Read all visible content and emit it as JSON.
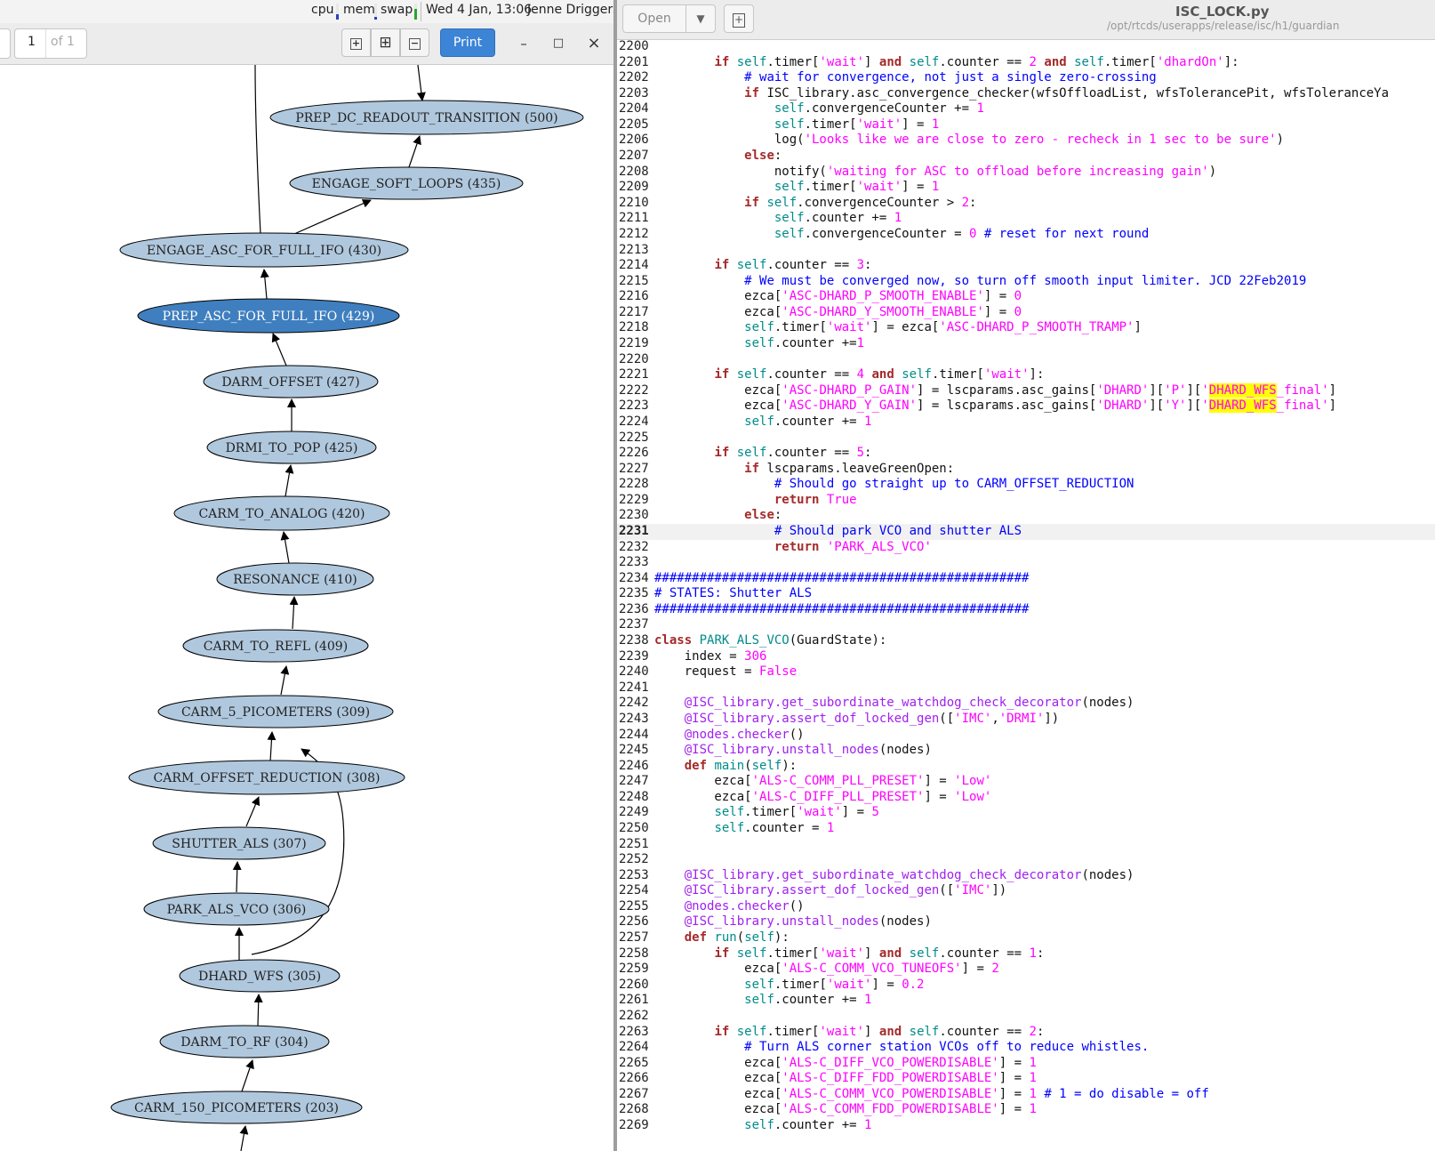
{
  "system_bar": {
    "cpu_label": "cpu",
    "mem_label": "mem",
    "swap_label": "swap",
    "clock": "Wed  4 Jan, 13:06",
    "user": "Jenne Driggers"
  },
  "viewer": {
    "page_current": "1",
    "page_total": "of 1",
    "zoom_in_label": "+",
    "zoom_fit_label": "⊞",
    "zoom_out_label": "−",
    "print_label": "Print",
    "minimize_label": "–",
    "maximize_label": "□",
    "close_label": "×",
    "states": [
      {
        "label": "PREP_DC_READOUT_TRANSITION (500)",
        "active": false
      },
      {
        "label": "ENGAGE_SOFT_LOOPS (435)",
        "active": false
      },
      {
        "label": "ENGAGE_ASC_FOR_FULL_IFO (430)",
        "active": false
      },
      {
        "label": "PREP_ASC_FOR_FULL_IFO (429)",
        "active": true
      },
      {
        "label": "DARM_OFFSET (427)",
        "active": false
      },
      {
        "label": "DRMI_TO_POP (425)",
        "active": false
      },
      {
        "label": "CARM_TO_ANALOG (420)",
        "active": false
      },
      {
        "label": "RESONANCE (410)",
        "active": false
      },
      {
        "label": "CARM_TO_REFL (409)",
        "active": false
      },
      {
        "label": "CARM_5_PICOMETERS (309)",
        "active": false
      },
      {
        "label": "CARM_OFFSET_REDUCTION (308)",
        "active": false
      },
      {
        "label": "SHUTTER_ALS (307)",
        "active": false
      },
      {
        "label": "PARK_ALS_VCO (306)",
        "active": false
      },
      {
        "label": "DHARD_WFS (305)",
        "active": false
      },
      {
        "label": "DARM_TO_RF (304)",
        "active": false
      },
      {
        "label": "CARM_150_PICOMETERS (203)",
        "active": false
      }
    ]
  },
  "editor": {
    "open_label": "Open",
    "title": "ISC_LOCK.py",
    "path": "/opt/rtcds/userapps/release/isc/h1/guardian",
    "current_line": 2231,
    "lines": [
      {
        "n": "2200",
        "t": ""
      },
      {
        "n": "2201",
        "t": "        if self.timer['wait'] and self.counter == 2 and self.timer['dhardOn']:"
      },
      {
        "n": "2202",
        "t": "            # wait for convergence, not just a single zero-crossing"
      },
      {
        "n": "2203",
        "t": "            if ISC_library.asc_convergence_checker(wfsOffloadList, wfsTolerancePit, wfsToleranceYa"
      },
      {
        "n": "2204",
        "t": "                self.convergenceCounter += 1"
      },
      {
        "n": "2205",
        "t": "                self.timer['wait'] = 1"
      },
      {
        "n": "2206",
        "t": "                log('Looks like we are close to zero - recheck in 1 sec to be sure')"
      },
      {
        "n": "2207",
        "t": "            else:"
      },
      {
        "n": "2208",
        "t": "                notify('waiting for ASC to offload before increasing gain')"
      },
      {
        "n": "2209",
        "t": "                self.timer['wait'] = 1"
      },
      {
        "n": "2210",
        "t": "            if self.convergenceCounter > 2:"
      },
      {
        "n": "2211",
        "t": "                self.counter += 1"
      },
      {
        "n": "2212",
        "t": "                self.convergenceCounter = 0 # reset for next round"
      },
      {
        "n": "2213",
        "t": ""
      },
      {
        "n": "2214",
        "t": "        if self.counter == 3:"
      },
      {
        "n": "2215",
        "t": "            # We must be converged now, so turn off smooth input limiter. JCD 22Feb2019"
      },
      {
        "n": "2216",
        "t": "            ezca['ASC-DHARD_P_SMOOTH_ENABLE'] = 0"
      },
      {
        "n": "2217",
        "t": "            ezca['ASC-DHARD_Y_SMOOTH_ENABLE'] = 0"
      },
      {
        "n": "2218",
        "t": "            self.timer['wait'] = ezca['ASC-DHARD_P_SMOOTH_TRAMP']"
      },
      {
        "n": "2219",
        "t": "            self.counter +=1"
      },
      {
        "n": "2220",
        "t": ""
      },
      {
        "n": "2221",
        "t": "        if self.counter == 4 and self.timer['wait']:"
      },
      {
        "n": "2222",
        "t": "            ezca['ASC-DHARD_P_GAIN'] = lscparams.asc_gains['DHARD']['P']['DHARD_WFS_final']"
      },
      {
        "n": "2223",
        "t": "            ezca['ASC-DHARD_Y_GAIN'] = lscparams.asc_gains['DHARD']['Y']['DHARD_WFS_final']"
      },
      {
        "n": "2224",
        "t": "            self.counter += 1"
      },
      {
        "n": "2225",
        "t": ""
      },
      {
        "n": "2226",
        "t": "        if self.counter == 5:"
      },
      {
        "n": "2227",
        "t": "            if lscparams.leaveGreenOpen:"
      },
      {
        "n": "2228",
        "t": "                # Should go straight up to CARM_OFFSET_REDUCTION"
      },
      {
        "n": "2229",
        "t": "                return True"
      },
      {
        "n": "2230",
        "t": "            else:"
      },
      {
        "n": "2231",
        "t": "                # Should park VCO and shutter ALS"
      },
      {
        "n": "2232",
        "t": "                return 'PARK_ALS_VCO'"
      },
      {
        "n": "2233",
        "t": ""
      },
      {
        "n": "2234",
        "t": "##################################################"
      },
      {
        "n": "2235",
        "t": "# STATES: Shutter ALS"
      },
      {
        "n": "2236",
        "t": "##################################################"
      },
      {
        "n": "2237",
        "t": ""
      },
      {
        "n": "2238",
        "t": "class PARK_ALS_VCO(GuardState):"
      },
      {
        "n": "2239",
        "t": "    index = 306"
      },
      {
        "n": "2240",
        "t": "    request = False"
      },
      {
        "n": "2241",
        "t": ""
      },
      {
        "n": "2242",
        "t": "    @ISC_library.get_subordinate_watchdog_check_decorator(nodes)"
      },
      {
        "n": "2243",
        "t": "    @ISC_library.assert_dof_locked_gen(['IMC','DRMI'])"
      },
      {
        "n": "2244",
        "t": "    @nodes.checker()"
      },
      {
        "n": "2245",
        "t": "    @ISC_library.unstall_nodes(nodes)"
      },
      {
        "n": "2246",
        "t": "    def main(self):"
      },
      {
        "n": "2247",
        "t": "        ezca['ALS-C_COMM_PLL_PRESET'] = 'Low'"
      },
      {
        "n": "2248",
        "t": "        ezca['ALS-C_DIFF_PLL_PRESET'] = 'Low'"
      },
      {
        "n": "2249",
        "t": "        self.timer['wait'] = 5"
      },
      {
        "n": "2250",
        "t": "        self.counter = 1"
      },
      {
        "n": "2251",
        "t": ""
      },
      {
        "n": "2252",
        "t": ""
      },
      {
        "n": "2253",
        "t": "    @ISC_library.get_subordinate_watchdog_check_decorator(nodes)"
      },
      {
        "n": "2254",
        "t": "    @ISC_library.assert_dof_locked_gen(['IMC'])"
      },
      {
        "n": "2255",
        "t": "    @nodes.checker()"
      },
      {
        "n": "2256",
        "t": "    @ISC_library.unstall_nodes(nodes)"
      },
      {
        "n": "2257",
        "t": "    def run(self):"
      },
      {
        "n": "2258",
        "t": "        if self.timer['wait'] and self.counter == 1:"
      },
      {
        "n": "2259",
        "t": "            ezca['ALS-C_COMM_VCO_TUNEOFS'] = 2"
      },
      {
        "n": "2260",
        "t": "            self.timer['wait'] = 0.2"
      },
      {
        "n": "2261",
        "t": "            self.counter += 1"
      },
      {
        "n": "2262",
        "t": ""
      },
      {
        "n": "2263",
        "t": "        if self.timer['wait'] and self.counter == 2:"
      },
      {
        "n": "2264",
        "t": "            # Turn ALS corner station VCOs off to reduce whistles."
      },
      {
        "n": "2265",
        "t": "            ezca['ALS-C_DIFF_VCO_POWERDISABLE'] = 1"
      },
      {
        "n": "2266",
        "t": "            ezca['ALS-C_DIFF_FDD_POWERDISABLE'] = 1"
      },
      {
        "n": "2267",
        "t": "            ezca['ALS-C_COMM_VCO_POWERDISABLE'] = 1 # 1 = do disable = off"
      },
      {
        "n": "2268",
        "t": "            ezca['ALS-C_COMM_FDD_POWERDISABLE'] = 1"
      },
      {
        "n": "2269",
        "t": "            self.counter += 1"
      }
    ]
  }
}
